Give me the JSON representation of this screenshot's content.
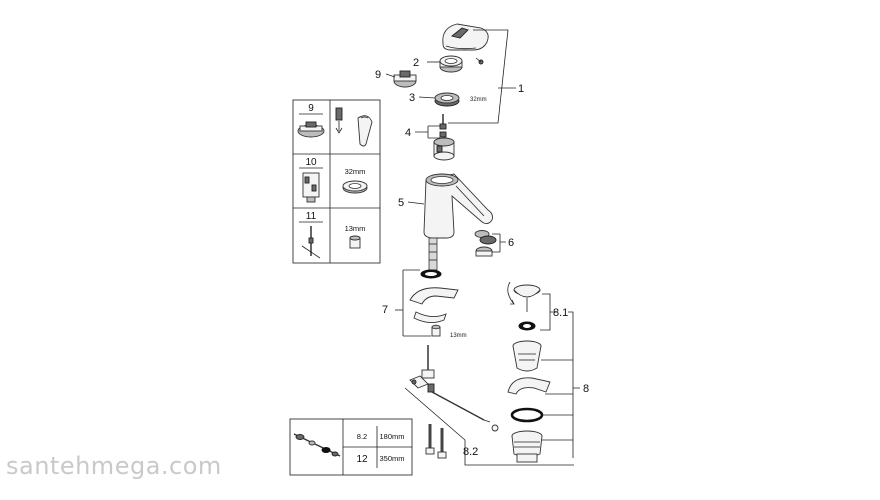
{
  "watermark": "santehmega.com",
  "callouts": {
    "c1": "1",
    "c2": "2",
    "c3": "3",
    "c4": "4",
    "c5": "5",
    "c6": "6",
    "c7": "7",
    "c8": "8",
    "c8_1": "8.1",
    "c8_2": "8.2",
    "c9": "9"
  },
  "dimensions": {
    "cartridge_nut": "32mm",
    "wrench_nut": "13mm"
  },
  "inset_table": {
    "rows": [
      {
        "num": "9",
        "size": ""
      },
      {
        "num": "10",
        "size": "32mm"
      },
      {
        "num": "11",
        "size": "13mm"
      }
    ]
  },
  "length_table": {
    "rows": [
      {
        "num": "8.2",
        "length": "180mm"
      },
      {
        "num": "12",
        "length": "350mm"
      }
    ]
  }
}
